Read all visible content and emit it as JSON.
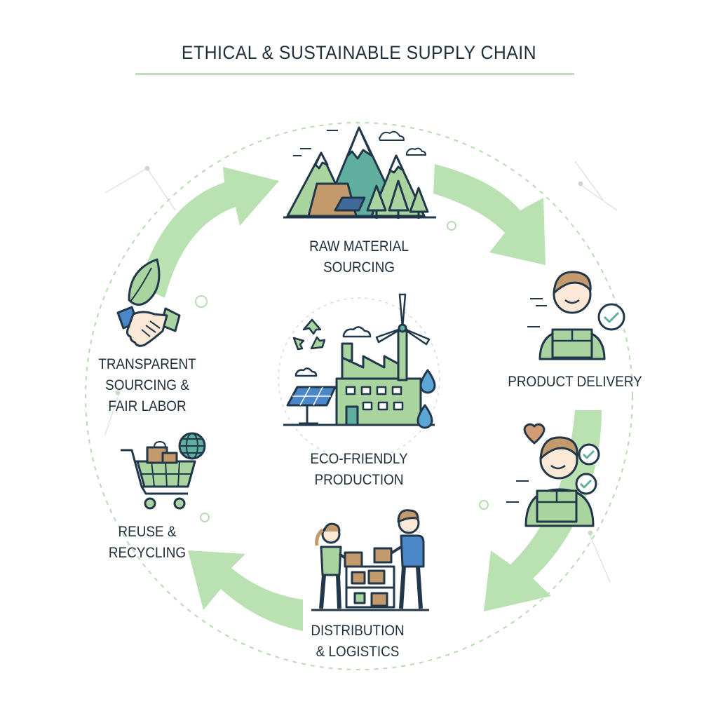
{
  "title": "ETHICAL & SUSTAINABLE SUPPLY CHAIN",
  "colors": {
    "arrow": "#b7e0b0",
    "stroke": "#22384a",
    "fill_green": "#a9d4a0",
    "fill_teal": "#5fae9e",
    "fill_brown": "#c49a6c",
    "fill_blue": "#4a86c8"
  },
  "stages": {
    "raw_material": {
      "line1": "RAW MATERIAL",
      "line2": "SOURCING",
      "icon": "mountains-forest-icon"
    },
    "delivery": {
      "line1": "PRODUCT DELIVERY",
      "icon": "person-with-package-icon"
    },
    "distribution": {
      "line1": "DISTRIBUTION",
      "line2": "& LOGISTICS",
      "icon": "workers-warehouse-icon"
    },
    "recycling": {
      "line1": "REUSE &",
      "line2": "RECYCLING",
      "icon": "shopping-cart-globe-icon"
    },
    "fair_labor": {
      "line1": "TRANSPARENT",
      "line2": "SOURCING &",
      "line3": "FAIR LABOR",
      "icon": "handshake-leaf-icon"
    },
    "production": {
      "line1": "ECO-FRIENDLY",
      "line2": "PRODUCTION",
      "icon": "factory-wind-solar-icon"
    }
  }
}
